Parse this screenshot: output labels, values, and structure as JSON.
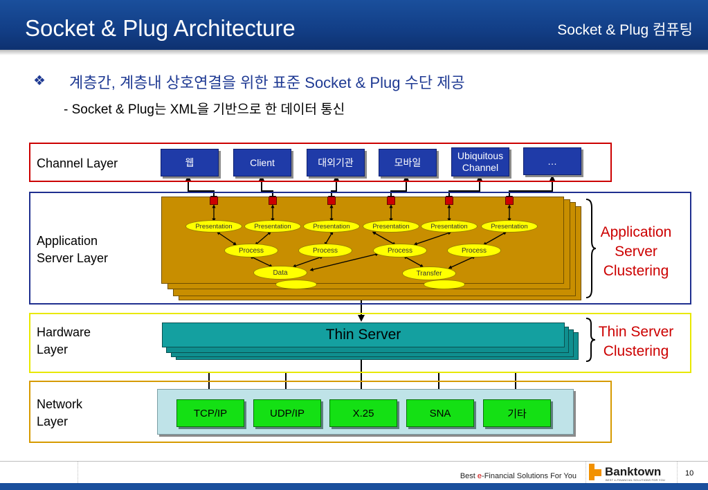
{
  "header": {
    "title": "Socket & Plug Architecture",
    "section": "Socket & Plug 컴퓨팅"
  },
  "intro": {
    "bullet_icon": "diamond-cluster",
    "bullet": "계층간, 계층내 상호연결을 위한 표준 Socket & Plug 수단 제공",
    "sub": "- Socket & Plug는 XML을 기반으로 한 데이터 통신"
  },
  "layers": {
    "channel": {
      "label": "Channel Layer",
      "color": "#cc0000",
      "items": [
        "웹",
        "Client",
        "대외기관",
        "모바일",
        "Ubiquitous Channel",
        "…"
      ]
    },
    "application": {
      "label": "Application Server Layer",
      "color": "#1f2f8f",
      "presentation": [
        "Presentation",
        "Presentation",
        "Presentation",
        "Presentation",
        "Presentation",
        "Presentation"
      ],
      "process": [
        "Process",
        "Process",
        "Process",
        "Process"
      ],
      "data": "Data",
      "transfer": "Transfer"
    },
    "hardware": {
      "label": "Hardware Layer",
      "color": "#e8e800",
      "server": "Thin Server"
    },
    "network": {
      "label": "Network Layer",
      "color": "#d69a00",
      "items": [
        "TCP/IP",
        "UDP/IP",
        "X.25",
        "SNA",
        "기타"
      ]
    }
  },
  "clusters": {
    "app_server": "Application Server Clustering",
    "thin_server": "Thin Server Clustering"
  },
  "footer": {
    "tagline_pre": "Best ",
    "tagline_e": "e",
    "tagline_post": "-Financial Solutions For You",
    "brand": "Banktown",
    "brand_sub": "BEST e-FINANCIAL SOLUTIONS FOR YOU",
    "page": "10"
  }
}
